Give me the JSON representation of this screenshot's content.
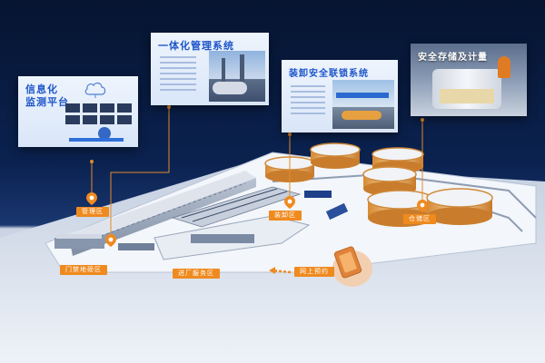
{
  "panels": {
    "monitoring": {
      "title_line1": "信息化",
      "title_line2": "监测平台"
    },
    "integrated": {
      "title": "一体化管理系统"
    },
    "loading": {
      "title": "装卸安全联锁系统"
    },
    "storage": {
      "title": "安全存储及计量"
    }
  },
  "zones": {
    "admin": "管理区",
    "loading": "装卸区",
    "tank": "仓储区",
    "gate": "门禁地磅区",
    "service": "进厂服务区",
    "booking": "网上预约"
  },
  "colors": {
    "accent_orange": "#ef8a1f",
    "title_blue": "#1d55c8",
    "callout_line": "#e38a2b"
  }
}
